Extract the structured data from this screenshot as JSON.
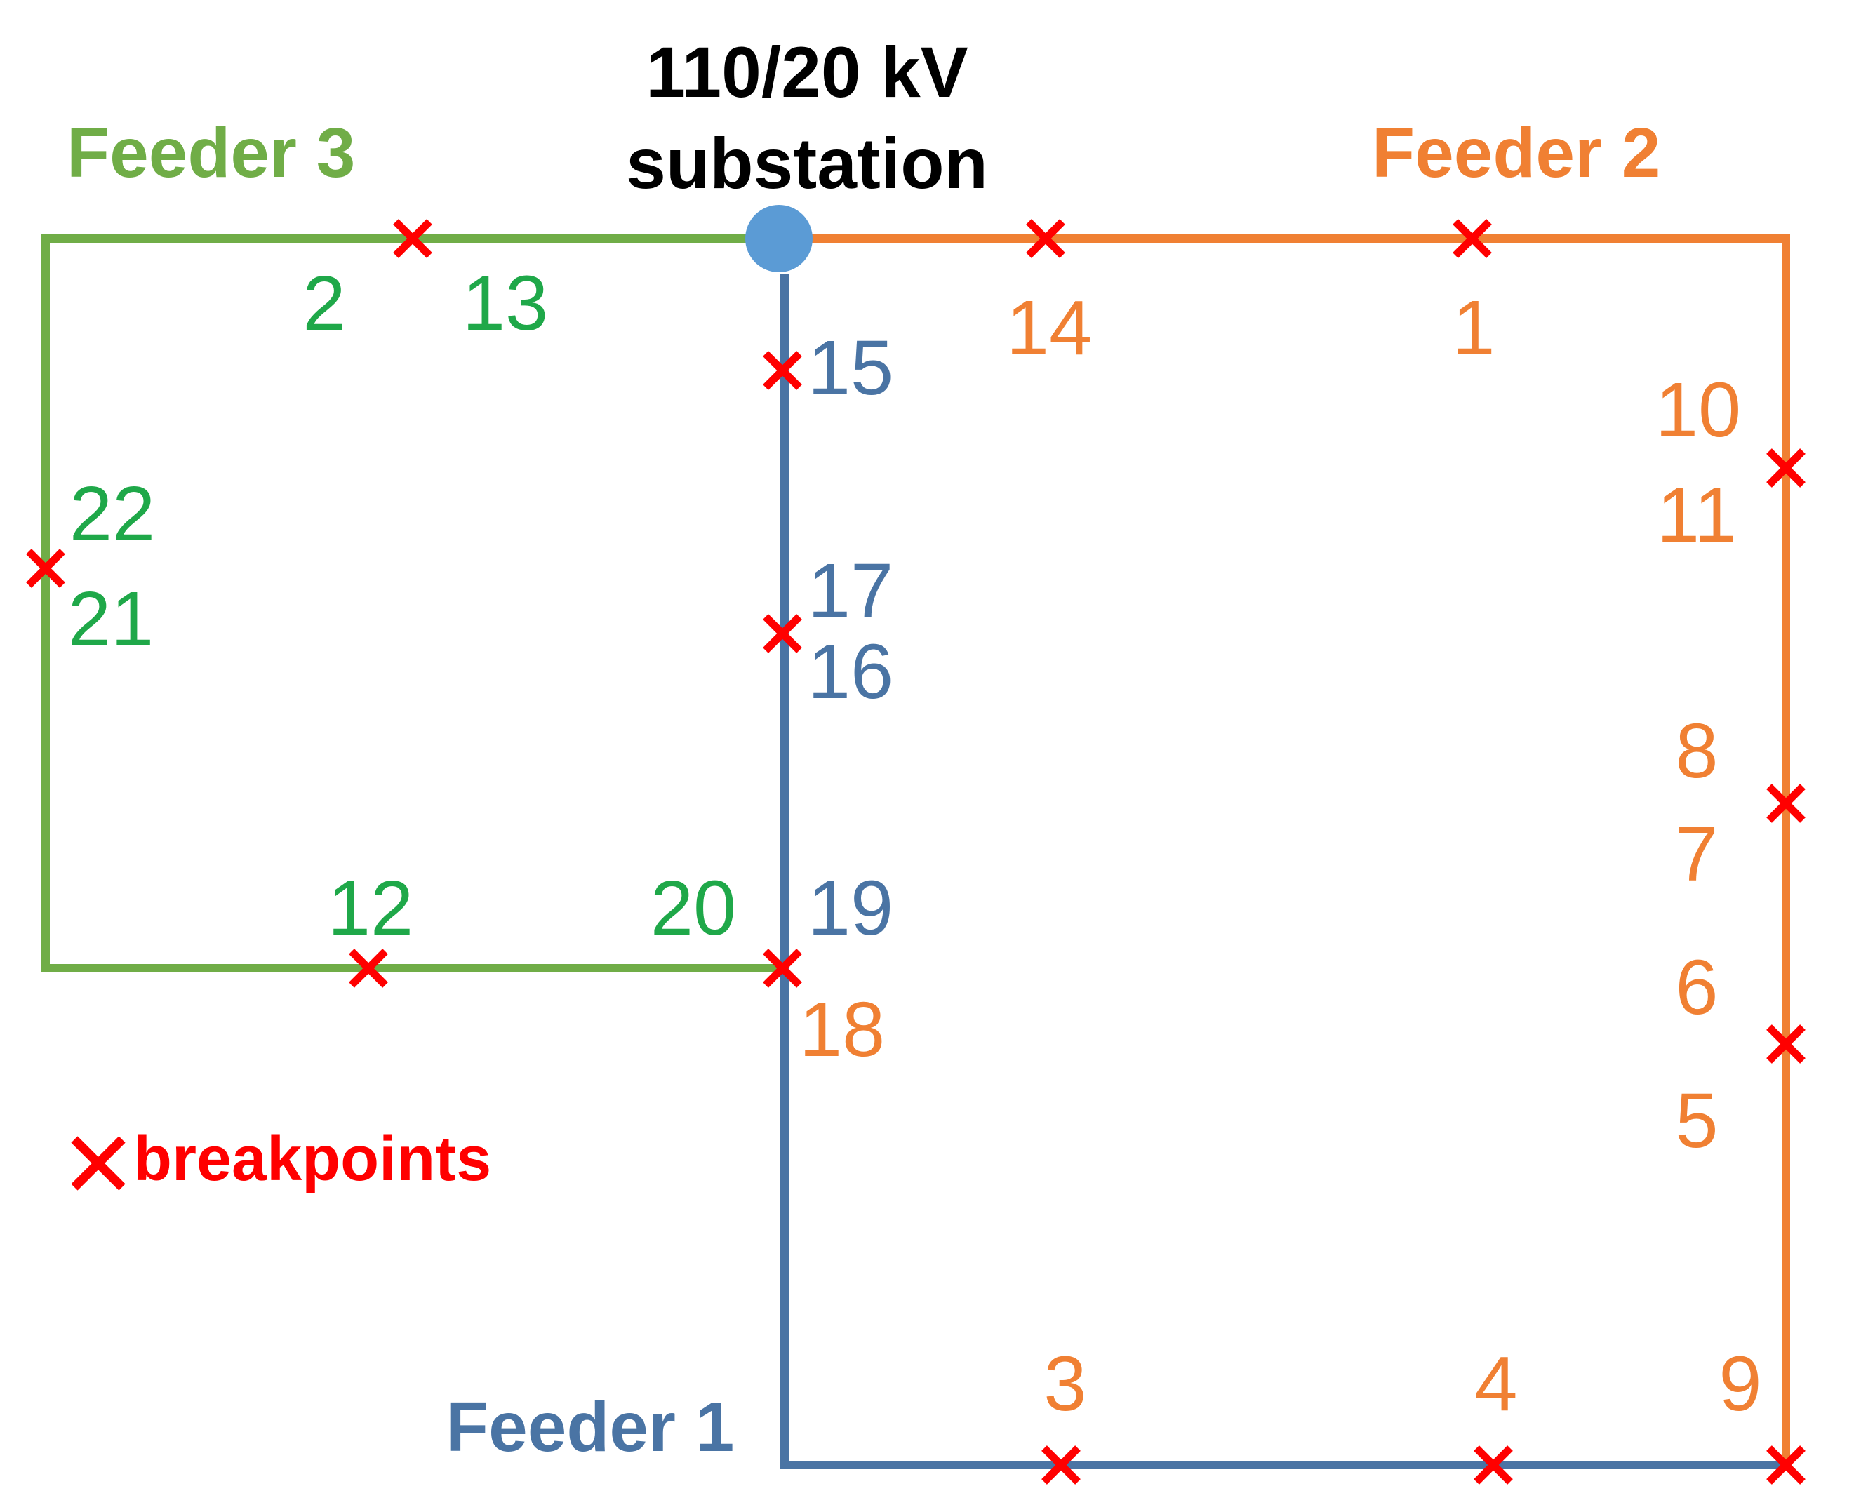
{
  "substation": {
    "title_line1": "110/20 kV",
    "title_line2": "substation",
    "color": "#5b9bd5"
  },
  "feeders": [
    {
      "name": "Feeder 1",
      "color": "#4a74a4"
    },
    {
      "name": "Feeder 2",
      "color": "#f08033"
    },
    {
      "name": "Feeder 3",
      "color": "#70ad47"
    }
  ],
  "number_colors": {
    "feeder1": "#4a74a4",
    "feeder2": "#f08033",
    "feeder3": "#1fa849"
  },
  "breakpoint_color": "#ff0000",
  "node_numbers": [
    "1",
    "2",
    "3",
    "4",
    "5",
    "6",
    "7",
    "8",
    "9",
    "10",
    "11",
    "12",
    "13",
    "14",
    "15",
    "16",
    "17",
    "18",
    "19",
    "20",
    "21",
    "22"
  ],
  "legend": {
    "label": "breakpoints",
    "icon": "red-x-icon"
  }
}
